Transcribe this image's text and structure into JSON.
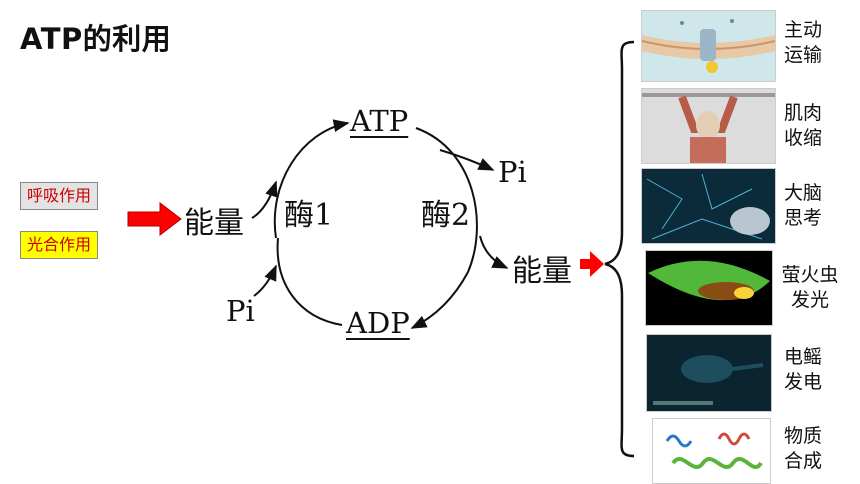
{
  "title": "ATP的利用",
  "sources": {
    "respiration": "呼吸作用",
    "photosynthesis": "光合作用"
  },
  "cycle": {
    "energy_in": "能量",
    "energy_out": "能量",
    "atp": "ATP",
    "adp": "ADP",
    "enzyme1": "酶1",
    "enzyme2": "酶2",
    "pi_in": "Pi",
    "pi_out": "Pi"
  },
  "uses": [
    {
      "line1": "主动",
      "line2": "运输"
    },
    {
      "line1": "肌肉",
      "line2": "收缩"
    },
    {
      "line1": "大脑",
      "line2": "思考"
    },
    {
      "line1": "萤火虫",
      "line2": "发光"
    },
    {
      "line1": "电鳐",
      "line2": "发电"
    },
    {
      "line1": "物质",
      "line2": "合成"
    }
  ],
  "colors": {
    "arrow": "#ff0000",
    "text_box": "#d00000",
    "highlight": "#ffff00"
  }
}
